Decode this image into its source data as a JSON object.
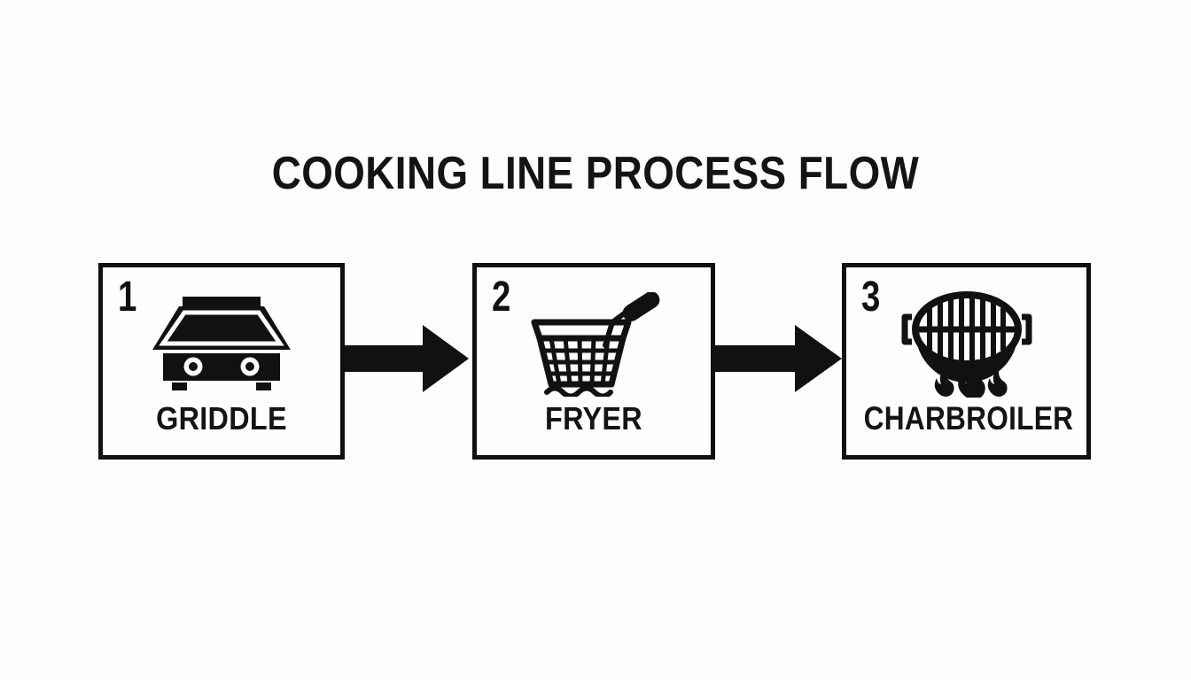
{
  "diagram": {
    "title": "COOKING LINE PROCESS FLOW",
    "background_color": "#fdfdfd",
    "ink_color": "#111111",
    "steps": [
      {
        "number": "1",
        "label": "GRIDDLE",
        "icon": "griddle-icon"
      },
      {
        "number": "2",
        "label": "FRYER",
        "icon": "fryer-basket-icon"
      },
      {
        "number": "3",
        "label": "CHARBROILER",
        "icon": "charbroiler-grill-icon"
      }
    ],
    "connectors": [
      {
        "name": "arrow-griddle-to-fryer",
        "direction": "right"
      },
      {
        "name": "arrow-fryer-to-charbroiler",
        "direction": "right"
      }
    ]
  }
}
